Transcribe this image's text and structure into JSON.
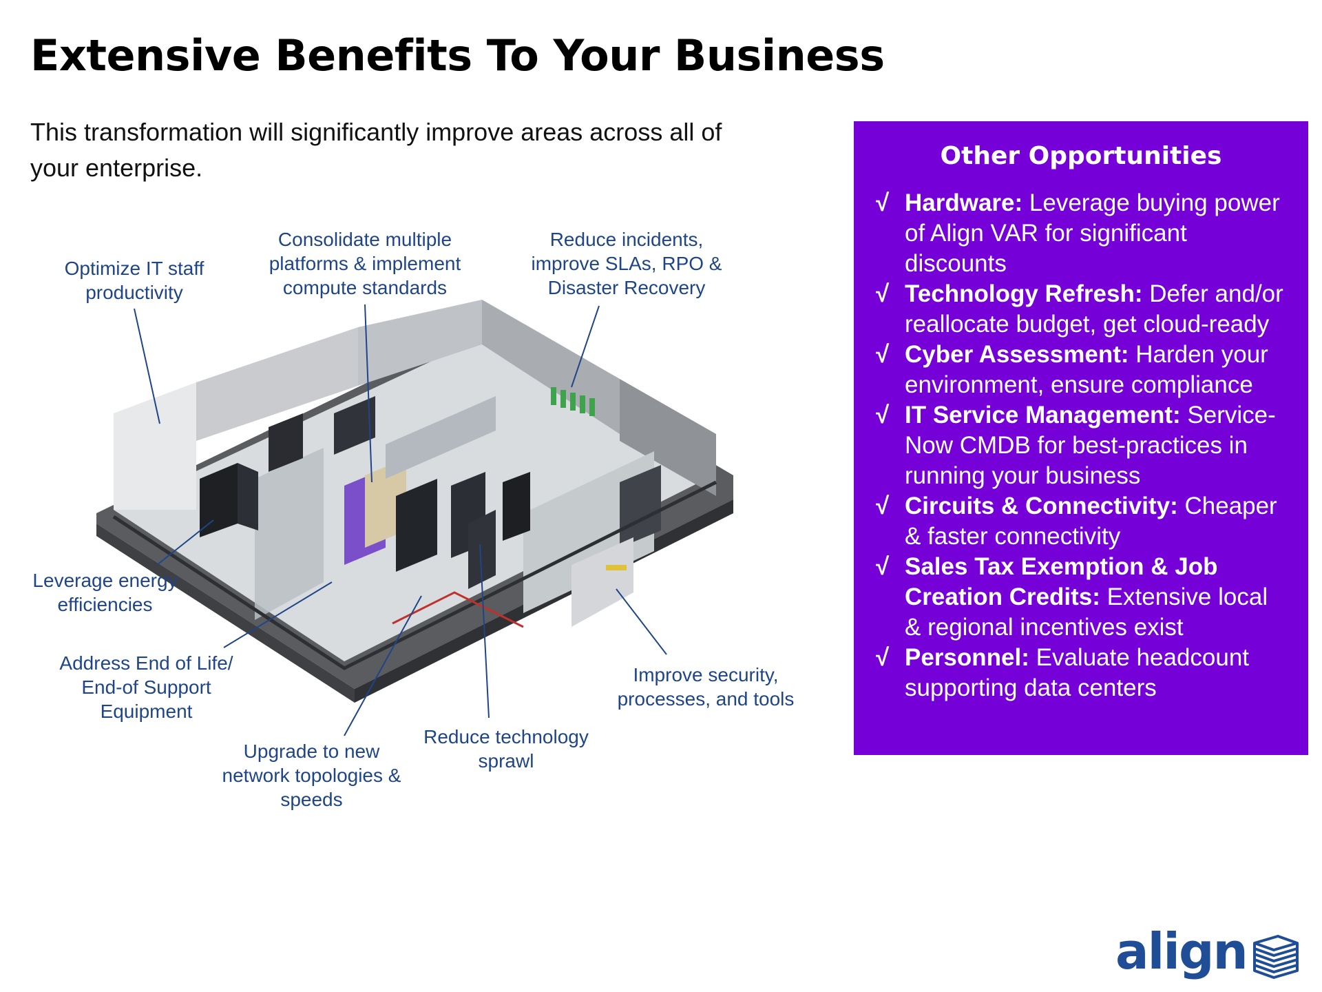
{
  "title": "Extensive Benefits To Your Business",
  "subtitle": "This transformation will significantly improve areas across all of your enterprise.",
  "callouts": {
    "optimize": "Optimize IT staff productivity",
    "consolidate": "Consolidate multiple platforms & implement compute standards",
    "incidents": "Reduce incidents, improve SLAs, RPO & Disaster Recovery",
    "energy": "Leverage energy efficiencies",
    "eol": "Address End of Life/ End-of Support Equipment",
    "upgrade": "Upgrade to new network topologies & speeds",
    "sprawl": "Reduce technology sprawl",
    "security": "Improve security, processes, and tools"
  },
  "opportunities": {
    "title": "Other Opportunities",
    "check_glyph": "√",
    "items": [
      {
        "label": "Hardware:",
        "text": " Leverage buying power of Align VAR for significant discounts"
      },
      {
        "label": "Technology Refresh:",
        "text": " Defer and/or reallocate budget, get cloud-ready"
      },
      {
        "label": "Cyber Assessment:",
        "text": " Harden your environment, ensure compliance"
      },
      {
        "label": "IT Service Management:",
        "text": " Service-Now CMDB for best-practices in running your business"
      },
      {
        "label": "Circuits & Connectivity:",
        "text": " Cheaper & faster connectivity"
      },
      {
        "label": "Sales Tax Exemption & Job Creation Credits:",
        "text": " Extensive local & regional incentives exist"
      },
      {
        "label": "Personnel:",
        "text": " Evaluate headcount supporting data centers"
      }
    ]
  },
  "logo": {
    "text": "align"
  },
  "colors": {
    "accent_purple": "#7500d8",
    "callout_blue": "#1f4589",
    "logo_blue": "#1f4e97"
  },
  "icons": {
    "check": "check-mark",
    "logo": "stacked-layers-icon"
  }
}
